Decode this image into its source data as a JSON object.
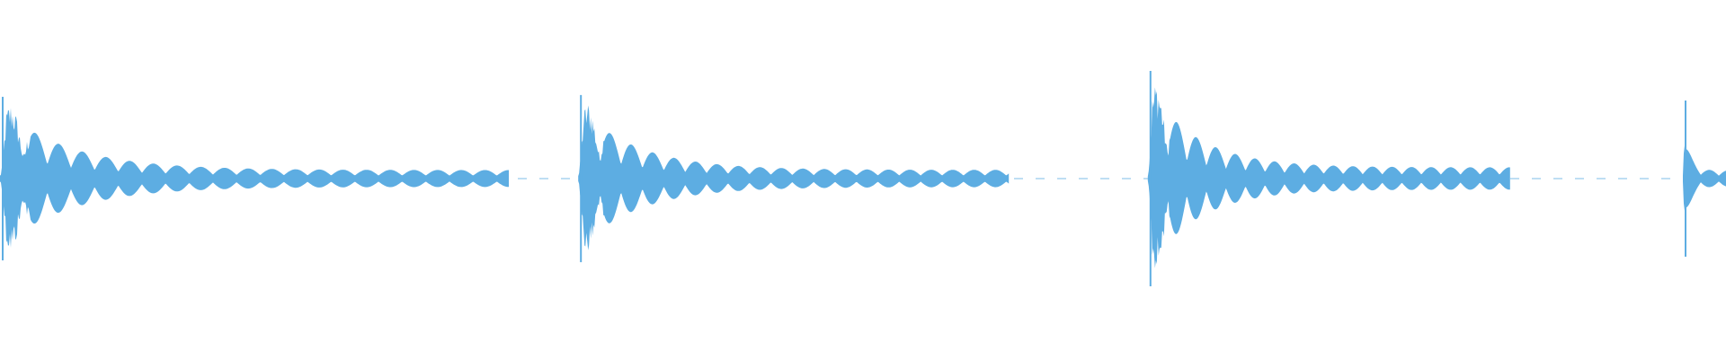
{
  "waveform": {
    "color": "#5dade2",
    "bursts": [
      {
        "start": 0.0,
        "end": 0.295,
        "peak": 0.44
      },
      {
        "start": 0.335,
        "end": 0.585,
        "peak": 0.45
      },
      {
        "start": 0.665,
        "end": 0.875,
        "peak": 0.58
      },
      {
        "start": 0.975,
        "end": 1.0,
        "peak": 0.42
      }
    ]
  }
}
